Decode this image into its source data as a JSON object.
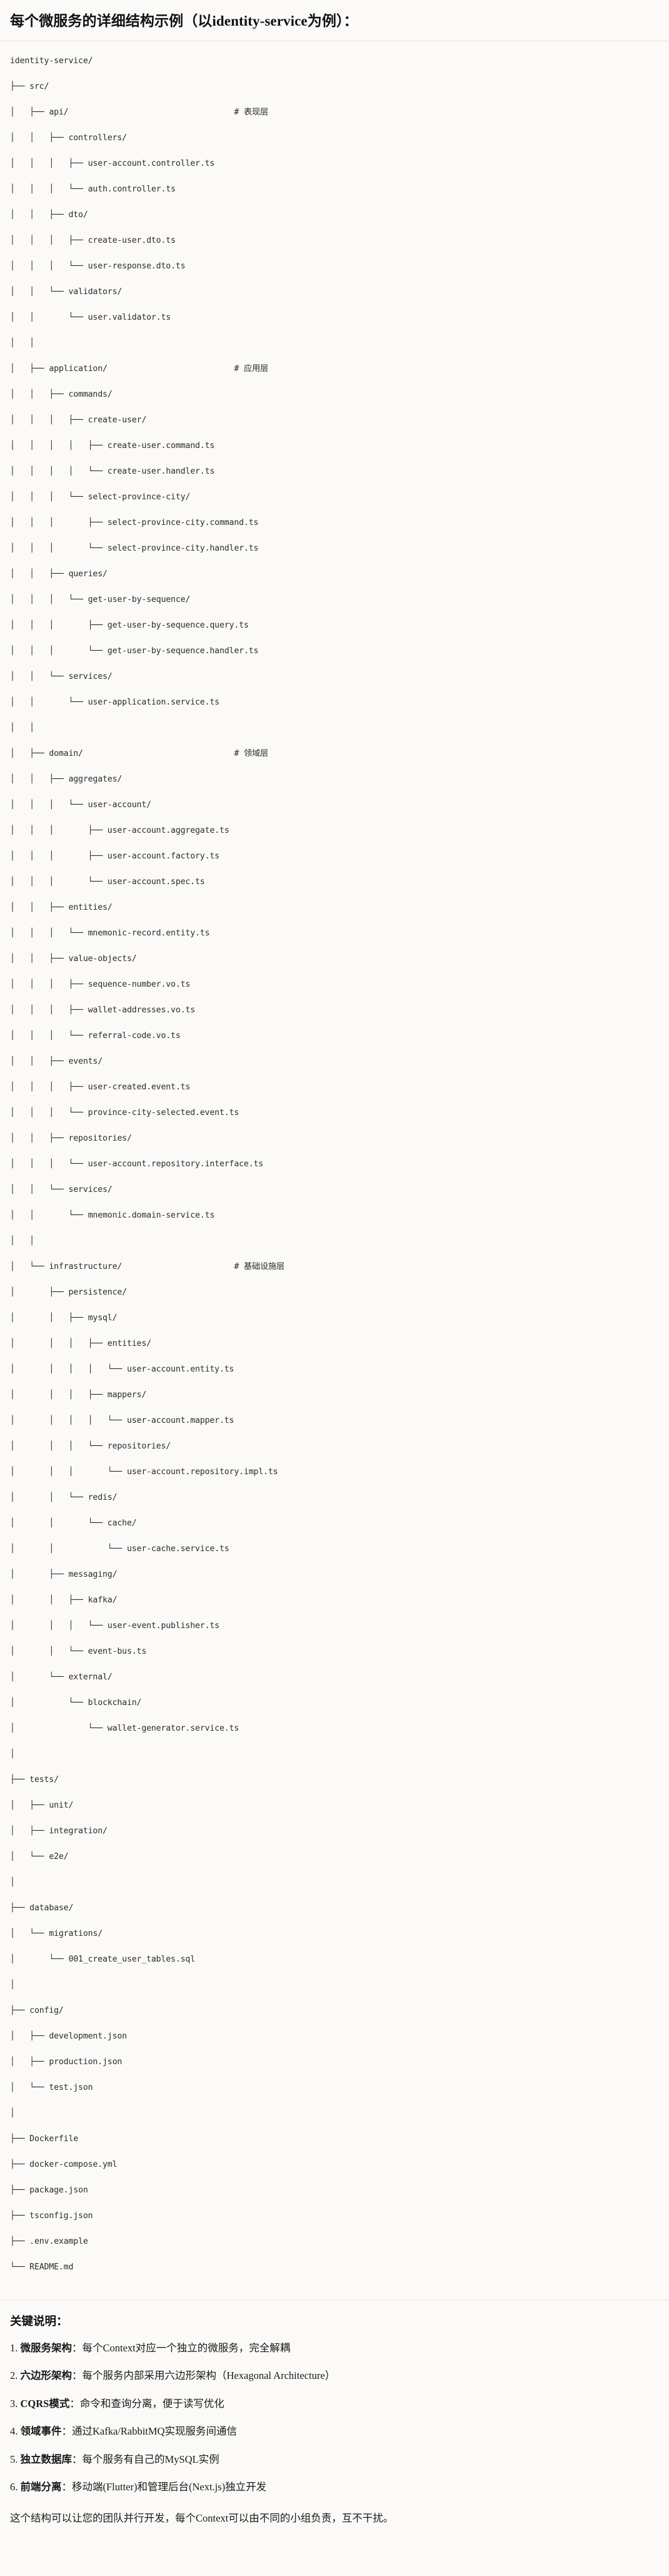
{
  "header": {
    "title": "每个微服务的详细结构示例（以identity-service为例）："
  },
  "tree": {
    "root": "identity-service/",
    "lines": [
      {
        "text": "identity-service/",
        "comment": ""
      },
      {
        "text": "├── src/",
        "comment": ""
      },
      {
        "text": "│   ├── api/",
        "comment": "# 表现层"
      },
      {
        "text": "│   │   ├── controllers/",
        "comment": ""
      },
      {
        "text": "│   │   │   ├── user-account.controller.ts",
        "comment": ""
      },
      {
        "text": "│   │   │   └── auth.controller.ts",
        "comment": ""
      },
      {
        "text": "│   │   ├── dto/",
        "comment": ""
      },
      {
        "text": "│   │   │   ├── create-user.dto.ts",
        "comment": ""
      },
      {
        "text": "│   │   │   └── user-response.dto.ts",
        "comment": ""
      },
      {
        "text": "│   │   └── validators/",
        "comment": ""
      },
      {
        "text": "│   │       └── user.validator.ts",
        "comment": ""
      },
      {
        "text": "│   │",
        "comment": ""
      },
      {
        "text": "│   ├── application/",
        "comment": "# 应用层"
      },
      {
        "text": "│   │   ├── commands/",
        "comment": ""
      },
      {
        "text": "│   │   │   ├── create-user/",
        "comment": ""
      },
      {
        "text": "│   │   │   │   ├── create-user.command.ts",
        "comment": ""
      },
      {
        "text": "│   │   │   │   └── create-user.handler.ts",
        "comment": ""
      },
      {
        "text": "│   │   │   └── select-province-city/",
        "comment": ""
      },
      {
        "text": "│   │   │       ├── select-province-city.command.ts",
        "comment": ""
      },
      {
        "text": "│   │   │       └── select-province-city.handler.ts",
        "comment": ""
      },
      {
        "text": "│   │   ├── queries/",
        "comment": ""
      },
      {
        "text": "│   │   │   └── get-user-by-sequence/",
        "comment": ""
      },
      {
        "text": "│   │   │       ├── get-user-by-sequence.query.ts",
        "comment": ""
      },
      {
        "text": "│   │   │       └── get-user-by-sequence.handler.ts",
        "comment": ""
      },
      {
        "text": "│   │   └── services/",
        "comment": ""
      },
      {
        "text": "│   │       └── user-application.service.ts",
        "comment": ""
      },
      {
        "text": "│   │",
        "comment": ""
      },
      {
        "text": "│   ├── domain/",
        "comment": "# 领域层"
      },
      {
        "text": "│   │   ├── aggregates/",
        "comment": ""
      },
      {
        "text": "│   │   │   └── user-account/",
        "comment": ""
      },
      {
        "text": "│   │   │       ├── user-account.aggregate.ts",
        "comment": ""
      },
      {
        "text": "│   │   │       ├── user-account.factory.ts",
        "comment": ""
      },
      {
        "text": "│   │   │       └── user-account.spec.ts",
        "comment": ""
      },
      {
        "text": "│   │   ├── entities/",
        "comment": ""
      },
      {
        "text": "│   │   │   └── mnemonic-record.entity.ts",
        "comment": ""
      },
      {
        "text": "│   │   ├── value-objects/",
        "comment": ""
      },
      {
        "text": "│   │   │   ├── sequence-number.vo.ts",
        "comment": ""
      },
      {
        "text": "│   │   │   ├── wallet-addresses.vo.ts",
        "comment": ""
      },
      {
        "text": "│   │   │   └── referral-code.vo.ts",
        "comment": ""
      },
      {
        "text": "│   │   ├── events/",
        "comment": ""
      },
      {
        "text": "│   │   │   ├── user-created.event.ts",
        "comment": ""
      },
      {
        "text": "│   │   │   └── province-city-selected.event.ts",
        "comment": ""
      },
      {
        "text": "│   │   ├── repositories/",
        "comment": ""
      },
      {
        "text": "│   │   │   └── user-account.repository.interface.ts",
        "comment": ""
      },
      {
        "text": "│   │   └── services/",
        "comment": ""
      },
      {
        "text": "│   │       └── mnemonic.domain-service.ts",
        "comment": ""
      },
      {
        "text": "│   │",
        "comment": ""
      },
      {
        "text": "│   └── infrastructure/",
        "comment": "# 基础设施层"
      },
      {
        "text": "│       ├── persistence/",
        "comment": ""
      },
      {
        "text": "│       │   ├── mysql/",
        "comment": ""
      },
      {
        "text": "│       │   │   ├── entities/",
        "comment": ""
      },
      {
        "text": "│       │   │   │   └── user-account.entity.ts",
        "comment": ""
      },
      {
        "text": "│       │   │   ├── mappers/",
        "comment": ""
      },
      {
        "text": "│       │   │   │   └── user-account.mapper.ts",
        "comment": ""
      },
      {
        "text": "│       │   │   └── repositories/",
        "comment": ""
      },
      {
        "text": "│       │   │       └── user-account.repository.impl.ts",
        "comment": ""
      },
      {
        "text": "│       │   └── redis/",
        "comment": ""
      },
      {
        "text": "│       │       └── cache/",
        "comment": ""
      },
      {
        "text": "│       │           └── user-cache.service.ts",
        "comment": ""
      },
      {
        "text": "│       ├── messaging/",
        "comment": ""
      },
      {
        "text": "│       │   ├── kafka/",
        "comment": ""
      },
      {
        "text": "│       │   │   └── user-event.publisher.ts",
        "comment": ""
      },
      {
        "text": "│       │   └── event-bus.ts",
        "comment": ""
      },
      {
        "text": "│       └── external/",
        "comment": ""
      },
      {
        "text": "│           └── blockchain/",
        "comment": ""
      },
      {
        "text": "│               └── wallet-generator.service.ts",
        "comment": ""
      },
      {
        "text": "│",
        "comment": ""
      },
      {
        "text": "├── tests/",
        "comment": ""
      },
      {
        "text": "│   ├── unit/",
        "comment": ""
      },
      {
        "text": "│   ├── integration/",
        "comment": ""
      },
      {
        "text": "│   └── e2e/",
        "comment": ""
      },
      {
        "text": "│",
        "comment": ""
      },
      {
        "text": "├── database/",
        "comment": ""
      },
      {
        "text": "│   └── migrations/",
        "comment": ""
      },
      {
        "text": "│       └── 001_create_user_tables.sql",
        "comment": ""
      },
      {
        "text": "│",
        "comment": ""
      },
      {
        "text": "├── config/",
        "comment": ""
      },
      {
        "text": "│   ├── development.json",
        "comment": ""
      },
      {
        "text": "│   ├── production.json",
        "comment": ""
      },
      {
        "text": "│   └── test.json",
        "comment": ""
      },
      {
        "text": "│",
        "comment": ""
      },
      {
        "text": "├── Dockerfile",
        "comment": ""
      },
      {
        "text": "├── docker-compose.yml",
        "comment": ""
      },
      {
        "text": "├── package.json",
        "comment": ""
      },
      {
        "text": "├── tsconfig.json",
        "comment": ""
      },
      {
        "text": "├── .env.example",
        "comment": ""
      },
      {
        "text": "└── README.md",
        "comment": ""
      }
    ],
    "comment_column": 46
  },
  "notes": {
    "title": "关键说明：",
    "items": [
      {
        "index": "1.",
        "lead": "微服务架构",
        "body": "：每个Context对应一个独立的微服务，完全解耦"
      },
      {
        "index": "2.",
        "lead": "六边形架构",
        "body": "：每个服务内部采用六边形架构（Hexagonal Architecture）"
      },
      {
        "index": "3.",
        "lead": "CQRS模式",
        "body": "：命令和查询分离，便于读写优化"
      },
      {
        "index": "4.",
        "lead": "领域事件",
        "body": "：通过Kafka/RabbitMQ实现服务间通信"
      },
      {
        "index": "5.",
        "lead": "独立数据库",
        "body": "：每个服务有自己的MySQL实例"
      },
      {
        "index": "6.",
        "lead": "前端分离",
        "body": "：移动端(Flutter)和管理后台(Next.js)独立开发"
      }
    ],
    "closing": "这个结构可以让您的团队并行开发，每个Context可以由不同的小组负责，互不干扰。"
  },
  "colors": {
    "background": "#fbfaf8",
    "text": "#1a1a1a",
    "tree_text": "#2b2b2b",
    "divider": "#e6e3de"
  }
}
